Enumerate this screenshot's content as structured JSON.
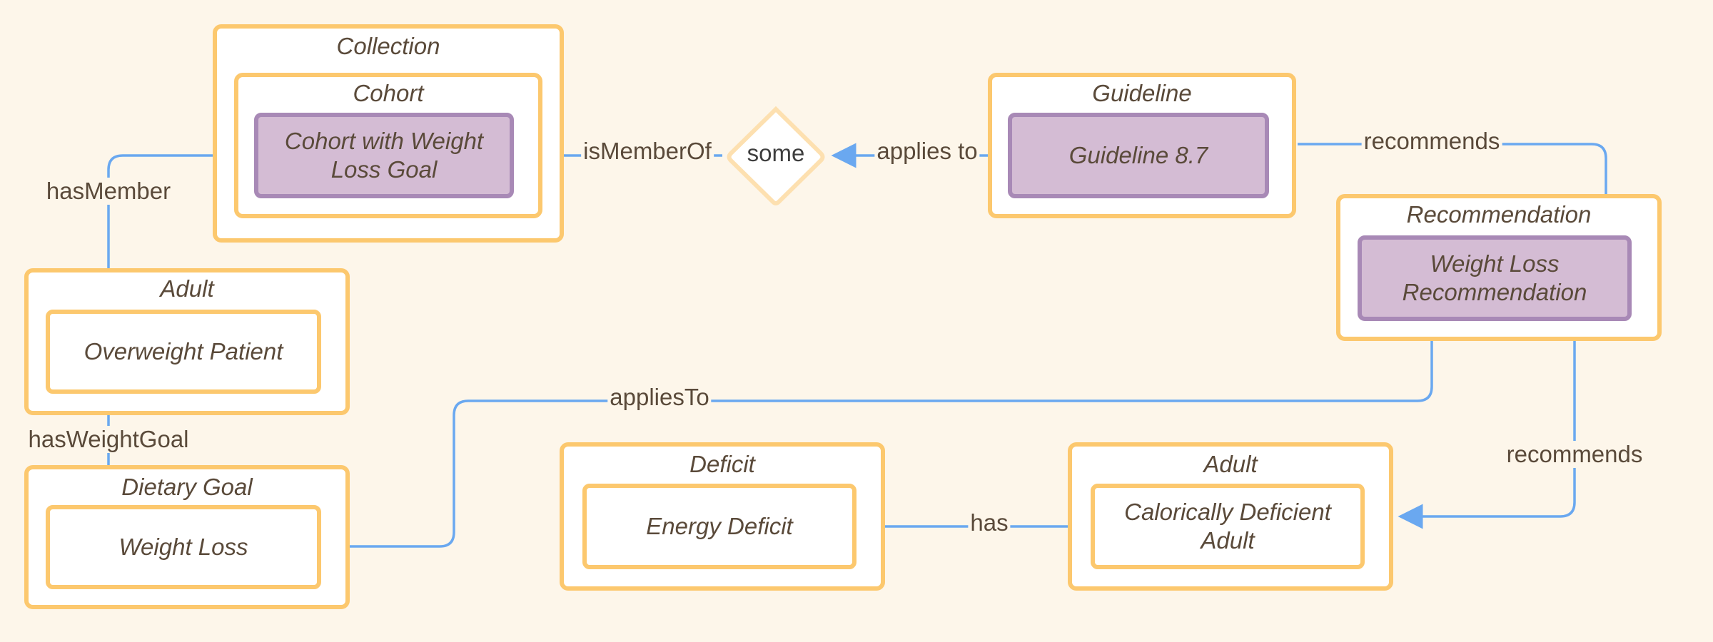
{
  "colors": {
    "background": "#fdf6ea",
    "box_border": "#fcc86e",
    "instance_fill": "#d4bcd4",
    "instance_border": "#a889b6",
    "edge": "#6aa8f0"
  },
  "nodes": {
    "collection": {
      "title": "Collection"
    },
    "cohort": {
      "title": "Cohort",
      "instance": "Cohort with Weight Loss Goal"
    },
    "adult_top": {
      "title": "Adult",
      "instance": "Overweight Patient"
    },
    "dietary_goal": {
      "title": "Dietary Goal",
      "instance": "Weight Loss"
    },
    "guideline": {
      "title": "Guideline",
      "instance": "Guideline 8.7"
    },
    "recommendation": {
      "title": "Recommendation",
      "instance": "Weight Loss Recommendation"
    },
    "deficit": {
      "title": "Deficit",
      "instance": "Energy Deficit"
    },
    "adult_bottom": {
      "title": "Adult",
      "instance": "Calorically Deficient Adult"
    },
    "some": {
      "label": "some"
    }
  },
  "edges": {
    "has_member": "hasMember",
    "has_weight_goal": "hasWeightGoal",
    "is_member_of": "isMemberOf",
    "applies_to_guideline": "applies to",
    "recommends_top": "recommends",
    "recommends_side": "recommends",
    "applies_to_rec": "appliesTo",
    "has": "has"
  }
}
